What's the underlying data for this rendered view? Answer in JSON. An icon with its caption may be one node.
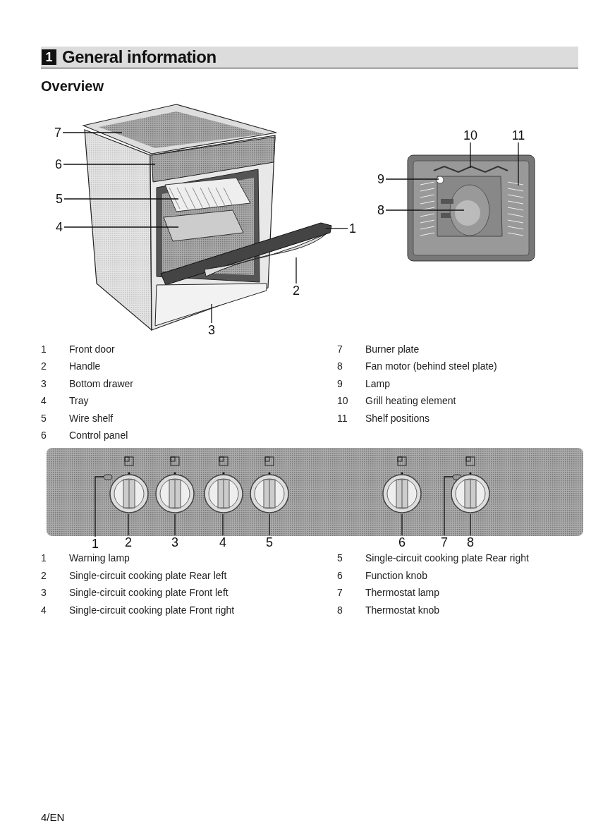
{
  "diagram": {
    "title": "General information",
    "nodes": [
      {
        "text": [
          "7"
        ]
      },
      {
        "text": [
          "6"
        ]
      },
      {
        "text": [
          "5"
        ]
      },
      {
        "text": [
          "4"
        ]
      },
      {
        "text": [
          "1"
        ]
      },
      {
        "text": [
          "2"
        ]
      },
      {
        "text": [
          "3"
        ]
      },
      {
        "text": [
          "10"
        ]
      },
      {
        "text": [
          "11"
        ]
      },
      {
        "text": [
          "9"
        ]
      },
      {
        "text": [
          "8"
        ]
      },
      {
        "text": [
          "1"
        ]
      },
      {
        "text": [
          "2"
        ]
      },
      {
        "text": [
          "3"
        ]
      },
      {
        "text": [
          "4"
        ]
      },
      {
        "text": [
          "5"
        ]
      },
      {
        "text": [
          "6"
        ]
      },
      {
        "text": [
          "7"
        ]
      },
      {
        "text": [
          "8"
        ]
      }
    ],
    "edges": [
      {
        "from": 0,
        "to": null,
        "arrow": "none"
      },
      {
        "from": 1,
        "to": null,
        "arrow": "none"
      },
      {
        "from": 2,
        "to": null,
        "arrow": "none"
      },
      {
        "from": 3,
        "to": null,
        "arrow": "none"
      },
      {
        "from": 4,
        "to": null,
        "arrow": "none"
      },
      {
        "from": 5,
        "to": null,
        "arrow": "none"
      },
      {
        "from": 6,
        "to": null,
        "arrow": "none"
      },
      {
        "from": 7,
        "to": null,
        "arrow": "none"
      },
      {
        "from": 8,
        "to": null,
        "arrow": "none"
      },
      {
        "from": 9,
        "to": null,
        "arrow": "none"
      },
      {
        "from": 10,
        "to": null,
        "arrow": "none"
      },
      {
        "from": 11,
        "to": null,
        "arrow": "none"
      },
      {
        "from": 12,
        "to": null,
        "arrow": "none"
      },
      {
        "from": 13,
        "to": null,
        "arrow": "none"
      },
      {
        "from": 14,
        "to": null,
        "arrow": "none"
      },
      {
        "from": 15,
        "to": null,
        "arrow": "none"
      },
      {
        "from": 16,
        "to": null,
        "arrow": "none"
      },
      {
        "from": 17,
        "to": null,
        "arrow": "none"
      },
      {
        "from": 18,
        "to": null,
        "arrow": "none"
      }
    ],
    "labels": [
      "1",
      "Overview",
      "1",
      "Front door",
      "7",
      "Burner plate",
      "2",
      "Handle",
      "8",
      "Fan motor (behind steel plate)",
      "3",
      "Bottom drawer",
      "9",
      "Lamp",
      "4",
      "Tray",
      "10",
      "Grill heating element",
      "5",
      "Wire shelf",
      "11",
      "Shelf positions",
      "6",
      "Control panel",
      "1",
      "Warning lamp",
      "5",
      "Single-circuit cooking plate Rear right",
      "2",
      "Single-circuit cooking plate Rear left",
      "6",
      "Function knob",
      "3",
      "Single-circuit cooking plate Front left",
      "7",
      "Thermostat lamp",
      "4",
      "Single-circuit cooking plate Front right",
      "8",
      "Thermostat knob",
      "4/EN"
    ]
  }
}
